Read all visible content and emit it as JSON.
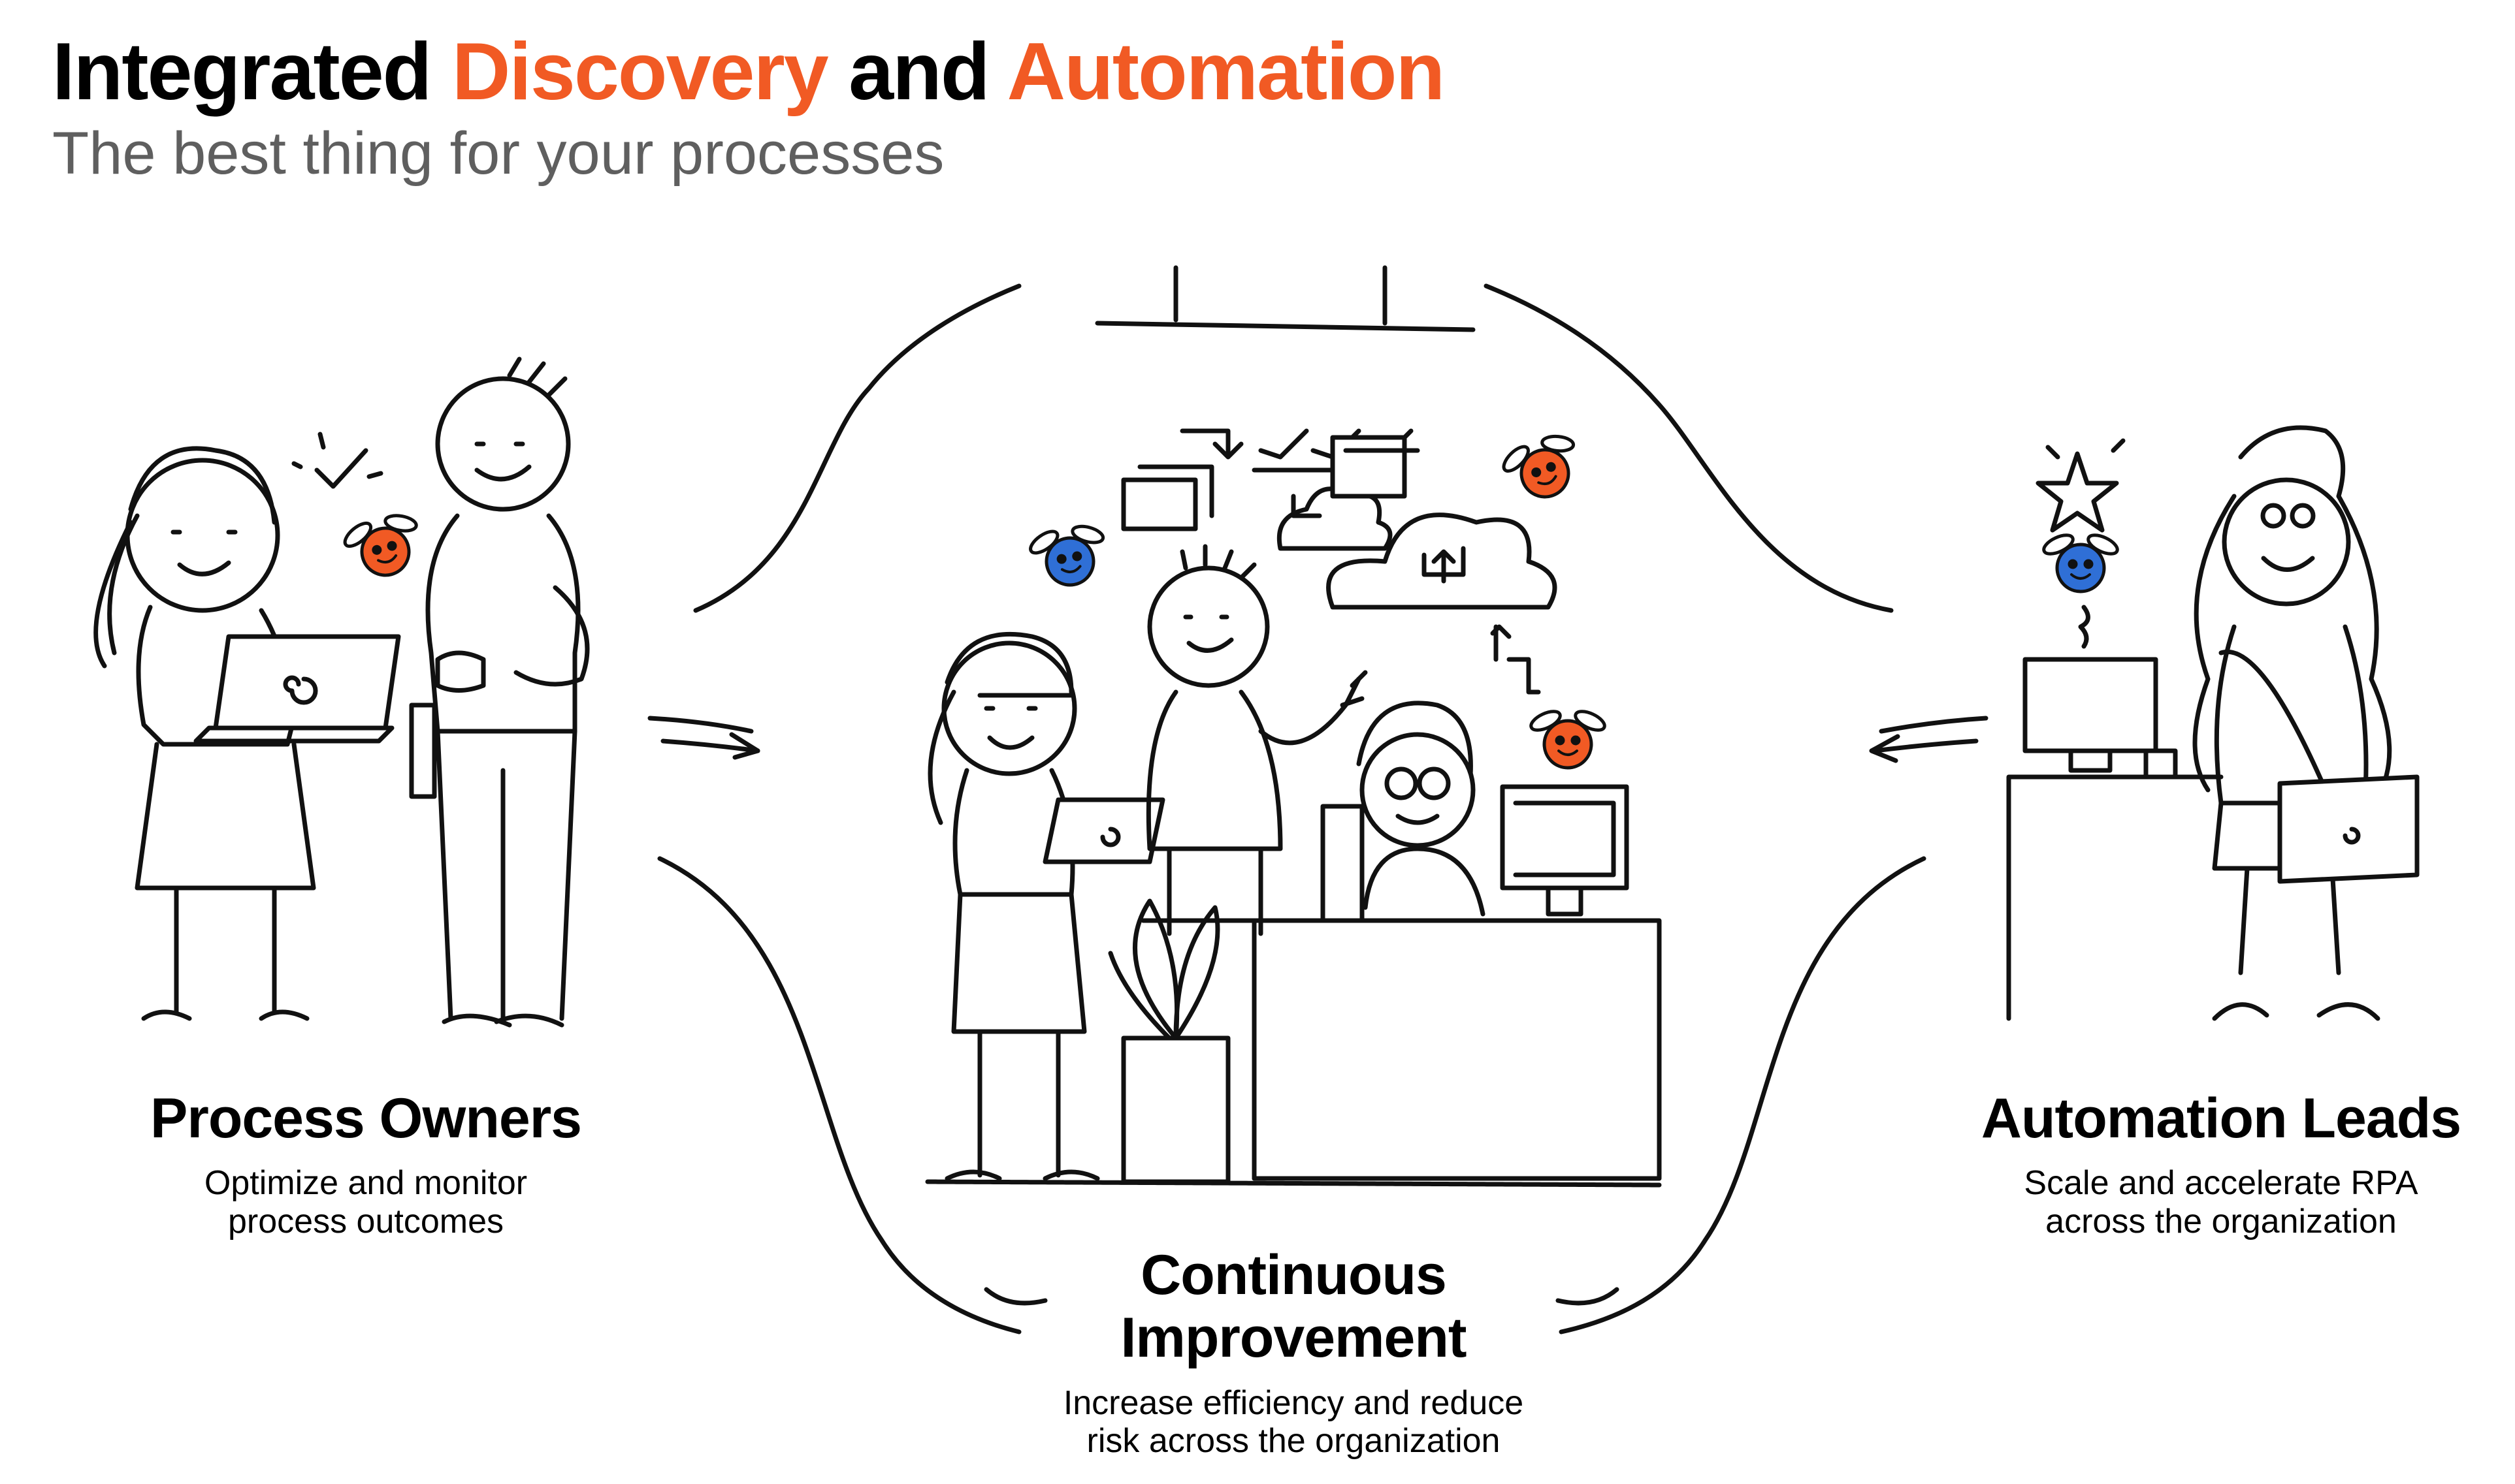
{
  "header": {
    "title_part1": "Integrated",
    "title_part2": "Discovery",
    "title_part3": "and",
    "title_part4": "Automation",
    "subtitle": "The best thing for your processes"
  },
  "colors": {
    "accent": "#f15a24",
    "robot_blue": "#2f6fd6",
    "robot_orange": "#f15a24",
    "robot_yellow": "#f6c234",
    "subtitle_gray": "#5f5f5f",
    "ink": "#111111"
  },
  "sections": {
    "process_owners": {
      "title": "Process Owners",
      "desc_line1": "Optimize and monitor",
      "desc_line2": "process outcomes"
    },
    "continuous_improvement": {
      "title_line1": "Continuous",
      "title_line2": "Improvement",
      "desc_line1": "Increase efficiency and reduce",
      "desc_line2": "risk across the organization"
    },
    "automation_leads": {
      "title": "Automation Leads",
      "desc_line1": "Scale and accelerate RPA",
      "desc_line2": "across the organization"
    }
  },
  "illustration": {
    "icons": [
      "swirl-logo-icon",
      "check-icon",
      "star-icon",
      "document-stack-icon",
      "cloud-icon",
      "upload-icon",
      "robot-bot-icon",
      "monitor-icon",
      "coffee-cup-icon",
      "plant-icon"
    ]
  }
}
